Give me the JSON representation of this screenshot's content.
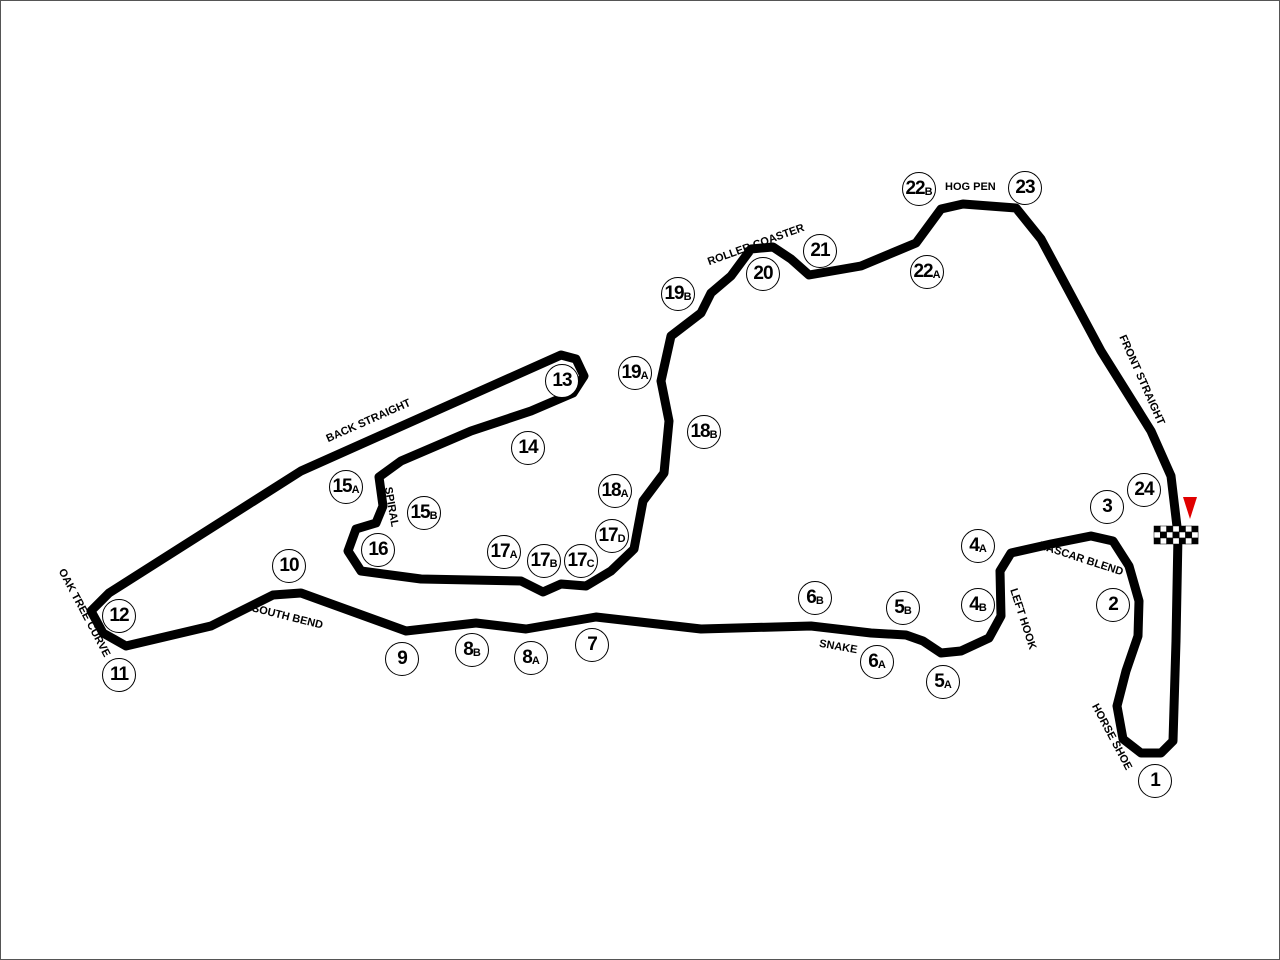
{
  "colors": {
    "track": "#000000",
    "start_marker": "#e00000",
    "background": "#ffffff"
  },
  "turns": [
    {
      "num": "1",
      "sub": ""
    },
    {
      "num": "2",
      "sub": ""
    },
    {
      "num": "3",
      "sub": ""
    },
    {
      "num": "4",
      "sub": "A"
    },
    {
      "num": "4",
      "sub": "B"
    },
    {
      "num": "5",
      "sub": "A"
    },
    {
      "num": "5",
      "sub": "B"
    },
    {
      "num": "6",
      "sub": "A"
    },
    {
      "num": "6",
      "sub": "B"
    },
    {
      "num": "7",
      "sub": ""
    },
    {
      "num": "8",
      "sub": "A"
    },
    {
      "num": "8",
      "sub": "B"
    },
    {
      "num": "9",
      "sub": ""
    },
    {
      "num": "10",
      "sub": ""
    },
    {
      "num": "11",
      "sub": ""
    },
    {
      "num": "12",
      "sub": ""
    },
    {
      "num": "13",
      "sub": ""
    },
    {
      "num": "14",
      "sub": ""
    },
    {
      "num": "15",
      "sub": "A"
    },
    {
      "num": "15",
      "sub": "B"
    },
    {
      "num": "16",
      "sub": ""
    },
    {
      "num": "17",
      "sub": "A"
    },
    {
      "num": "17",
      "sub": "B"
    },
    {
      "num": "17",
      "sub": "C"
    },
    {
      "num": "17",
      "sub": "D"
    },
    {
      "num": "18",
      "sub": "A"
    },
    {
      "num": "18",
      "sub": "B"
    },
    {
      "num": "19",
      "sub": "A"
    },
    {
      "num": "19",
      "sub": "B"
    },
    {
      "num": "20",
      "sub": ""
    },
    {
      "num": "21",
      "sub": ""
    },
    {
      "num": "22",
      "sub": "A"
    },
    {
      "num": "22",
      "sub": "B"
    },
    {
      "num": "23",
      "sub": ""
    },
    {
      "num": "24",
      "sub": ""
    }
  ],
  "section_names": {
    "horse_shoe": "HORSE SHOE",
    "nascar_blend": "NASCAR BLEND",
    "left_hook": "LEFT HOOK",
    "snake": "SNAKE",
    "south_bend": "SOUTH BEND",
    "oak_tree_curve": "OAK TREE CURVE",
    "back_straight": "BACK STRAIGHT",
    "spiral": "SPIRAL",
    "roller_coaster": "ROLLER COASTER",
    "hog_pen": "HOG PEN",
    "front_straight": "FRONT STRAIGHT"
  }
}
